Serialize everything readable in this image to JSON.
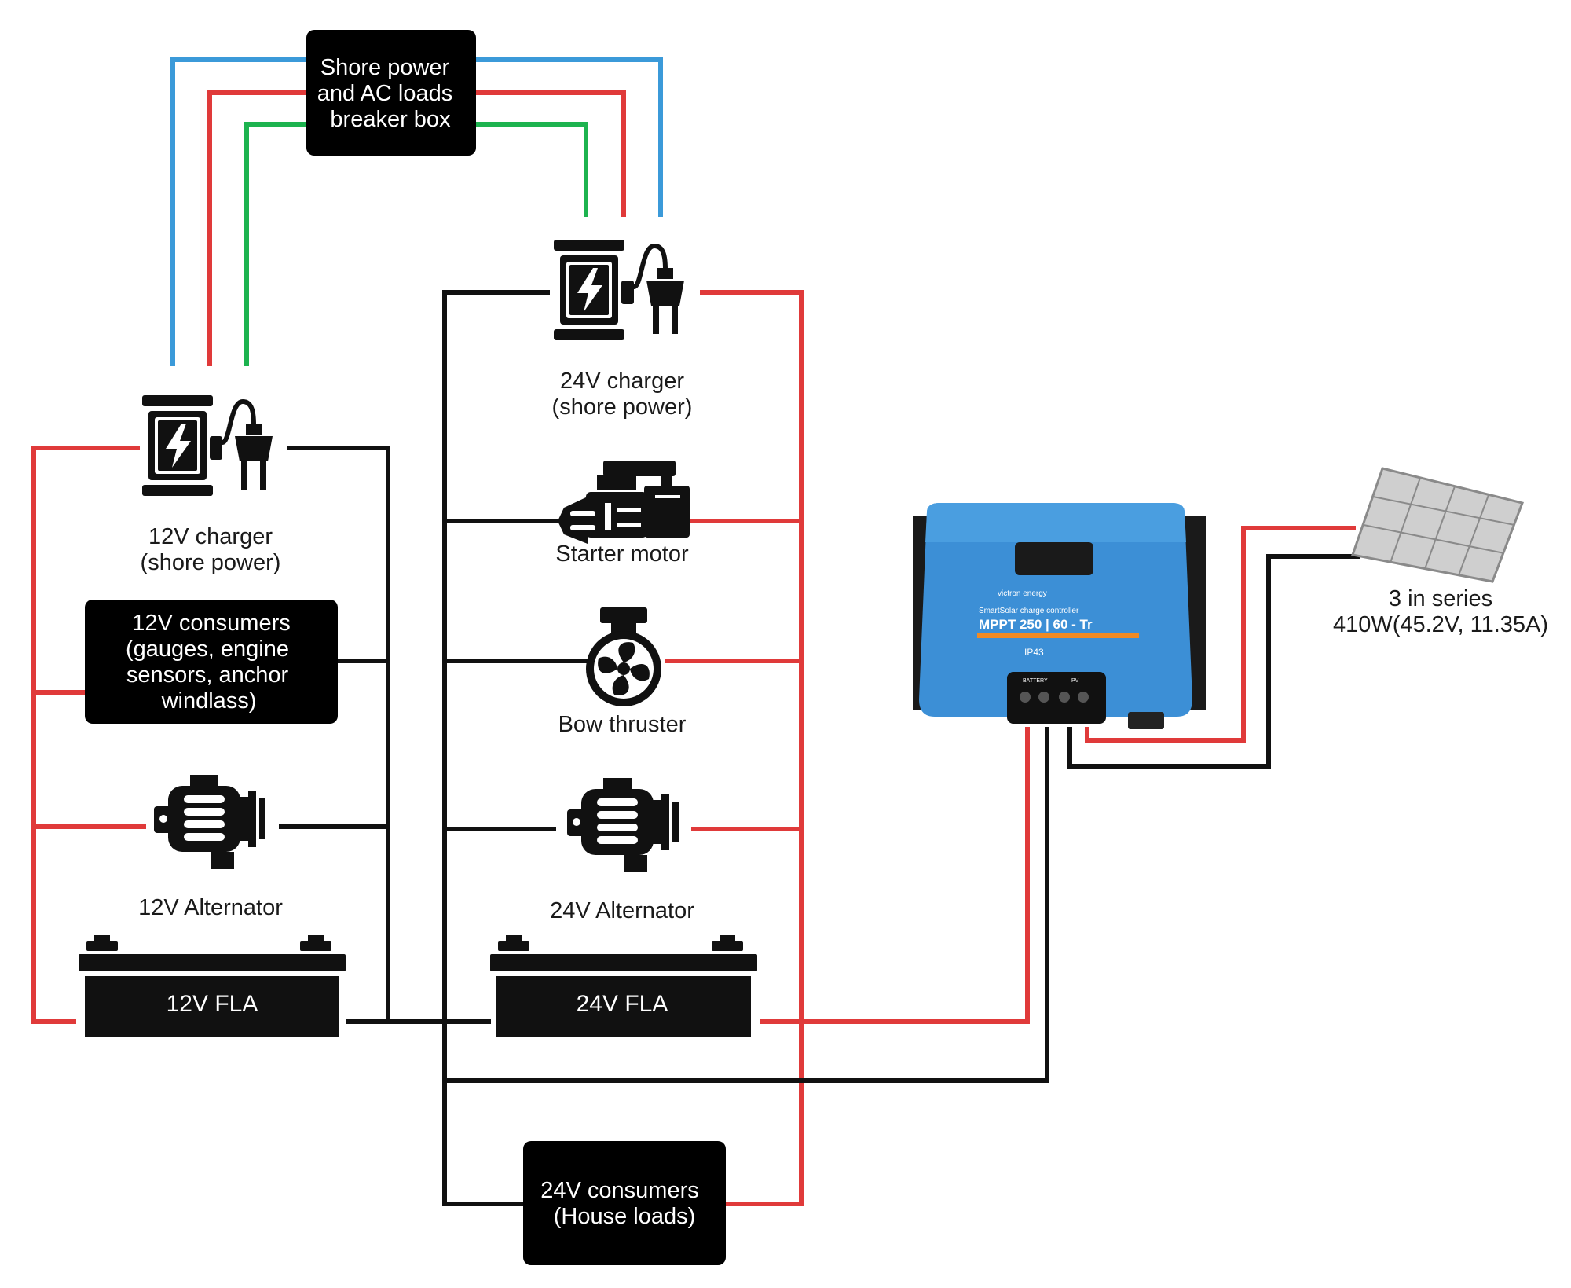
{
  "colors": {
    "red": "#e03a3a",
    "black": "#111111",
    "blue": "#3b9ad9",
    "green": "#1db34f",
    "controller": "#3c8fd6"
  },
  "shore": {
    "lines": [
      "Shore power",
      "and AC loads",
      "breaker box"
    ]
  },
  "charger12": {
    "lines": [
      "12V charger",
      "(shore power)"
    ],
    "icon": "battery-charger-plug-icon"
  },
  "charger24": {
    "lines": [
      "24V charger",
      "(shore power)"
    ],
    "icon": "battery-charger-plug-icon"
  },
  "consumers12": {
    "lines": [
      "12V consumers",
      "(gauges, engine",
      "sensors, anchor",
      "windlass)"
    ]
  },
  "alternator12": {
    "label": "12V Alternator",
    "icon": "alternator-icon"
  },
  "alternator24": {
    "label": "24V Alternator",
    "icon": "alternator-icon"
  },
  "battery12": {
    "label": "12V FLA",
    "icon": "battery-icon"
  },
  "battery24": {
    "label": "24V FLA",
    "icon": "battery-icon"
  },
  "starter": {
    "label": "Starter motor",
    "icon": "starter-motor-icon"
  },
  "thruster": {
    "label": "Bow thruster",
    "icon": "fan-icon"
  },
  "consumers24": {
    "lines": [
      "24V consumers",
      "(House loads)"
    ]
  },
  "controller": {
    "brand": "victron energy",
    "subtitle": "SmartSolar charge controller",
    "model": "MPPT 250 | 60 - Tr",
    "rating": "IP43",
    "battery_label": "BATTERY",
    "pv_label": "PV"
  },
  "solar": {
    "lines": [
      "3 in series",
      "410W(45.2V, 11.35A)"
    ],
    "icon": "solar-panel-icon"
  }
}
